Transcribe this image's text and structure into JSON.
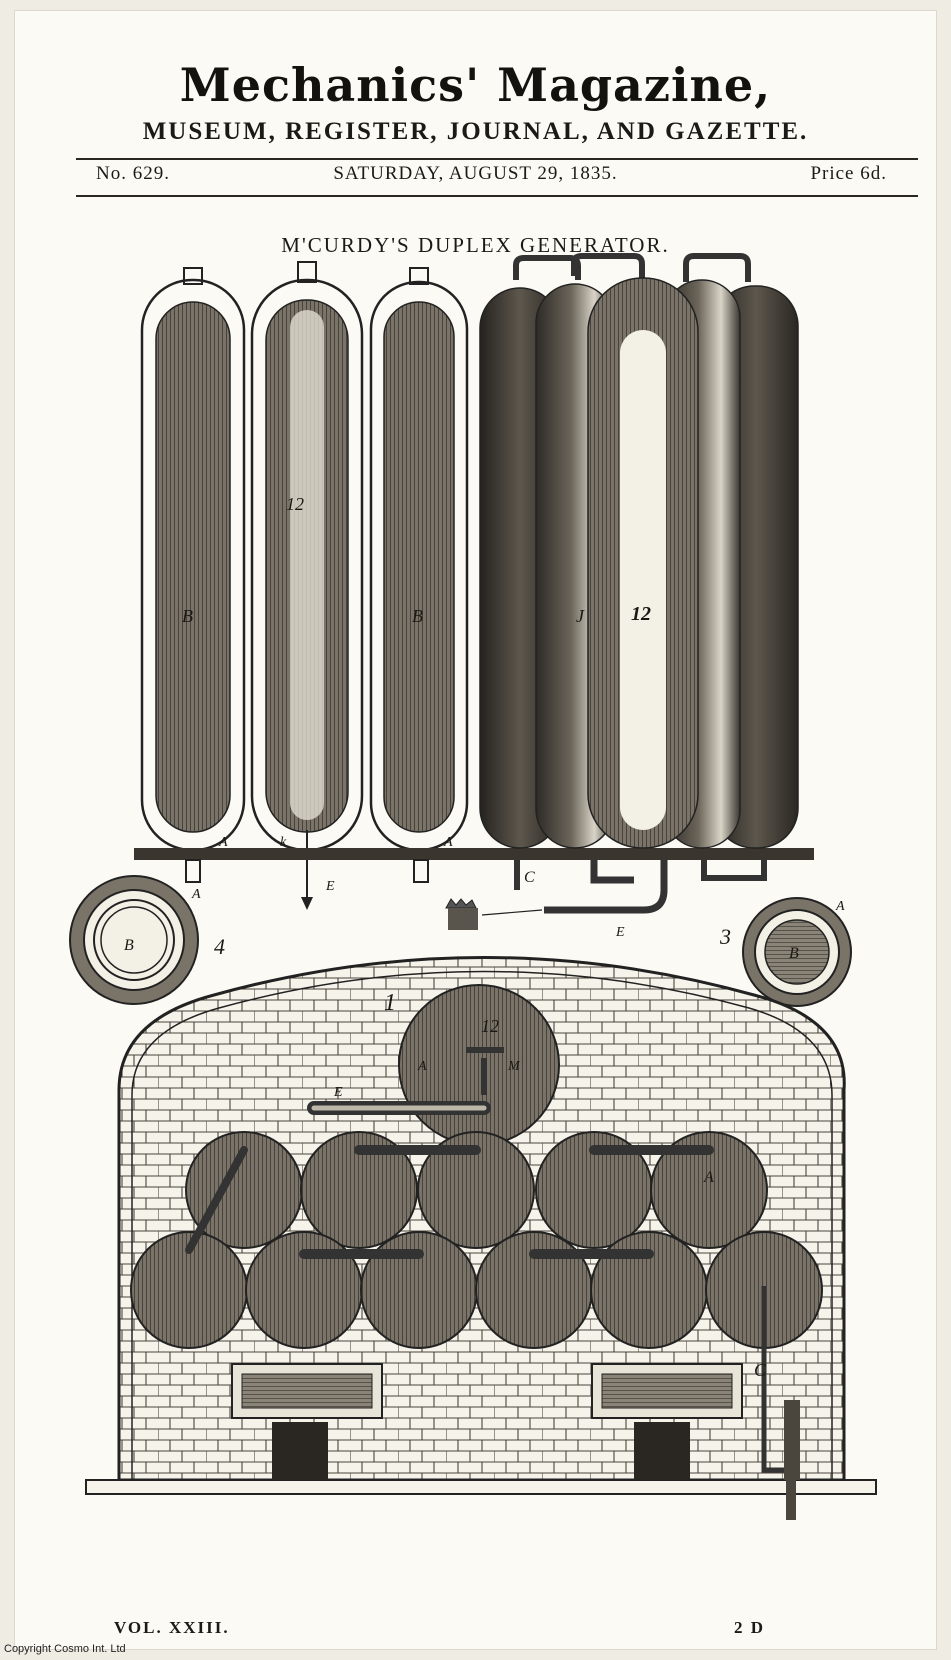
{
  "masthead": {
    "title": "Mechanics' Magazine,",
    "subtitle": "MUSEUM, REGISTER, JOURNAL, AND GAZETTE."
  },
  "issue": {
    "number": "No. 629.",
    "date": "SATURDAY, AUGUST 29, 1835.",
    "price": "Price 6d."
  },
  "article": {
    "title": "M'CURDY'S DUPLEX GENERATOR."
  },
  "figure_labels": {
    "fig_number_1": "1",
    "fig_number_3": "3",
    "fig_number_4": "4",
    "pipe_e": "E",
    "pipe_c": "C",
    "boiler_a": "A",
    "boiler_b": "B",
    "boiler_k": "k",
    "boiler_j": "J",
    "boiler_12": "12",
    "boiler_m": "M"
  },
  "footer": {
    "volume": "VOL. XXIII.",
    "signature": "2 D",
    "copyright": "Copyright Cosmo Int. Ltd"
  }
}
